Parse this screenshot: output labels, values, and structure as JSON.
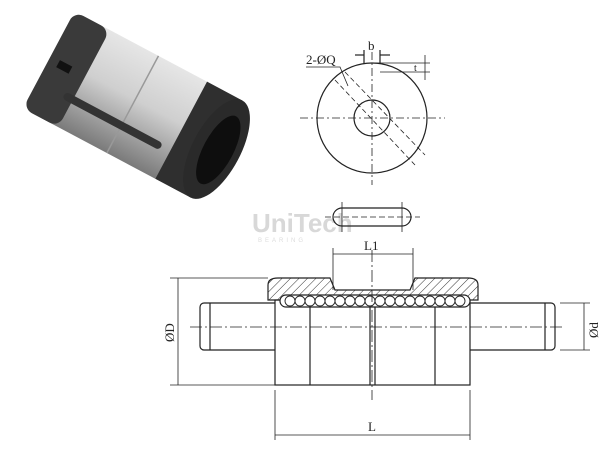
{
  "watermark": {
    "brand": "UniTech",
    "tagline": "BEARING"
  },
  "end_view": {
    "hole_label": "2-ØQ",
    "slot_width_label": "b",
    "depth_label": "t"
  },
  "side_view": {
    "inner_length_label": "L1",
    "length_label": "L",
    "outer_diameter_label": "ØD",
    "shaft_diameter_label": "Ød"
  },
  "colors": {
    "line": "#222222",
    "body_dark": "#2e2e2e",
    "body_silver": "#b8b8b8"
  }
}
